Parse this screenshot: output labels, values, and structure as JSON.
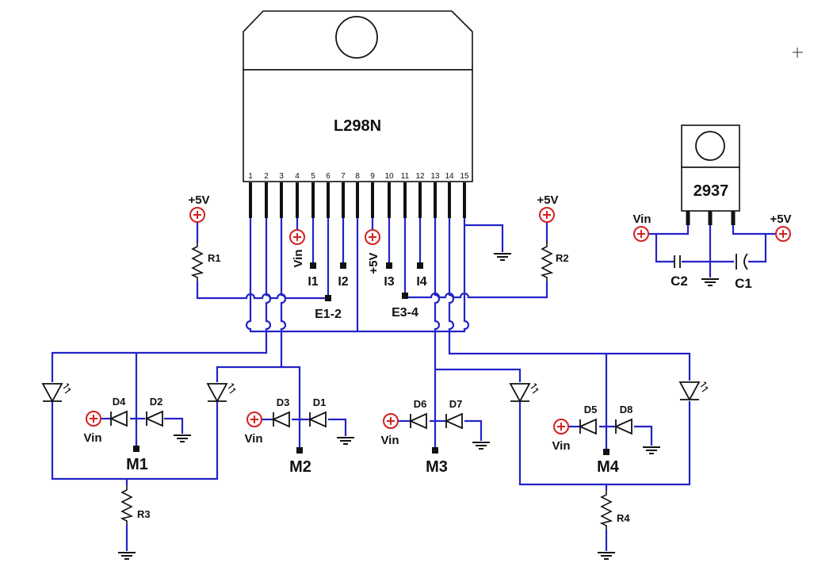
{
  "ic_main": {
    "name": "L298N",
    "pins": [
      "1",
      "2",
      "3",
      "4",
      "5",
      "6",
      "7",
      "8",
      "9",
      "10",
      "11",
      "12",
      "13",
      "14",
      "15"
    ]
  },
  "regulator": {
    "name": "2937"
  },
  "supplies": {
    "plus5v": "+5V",
    "vin": "Vin"
  },
  "inputs": {
    "i1": "I1",
    "i2": "I2",
    "i3": "I3",
    "i4": "I4",
    "e12": "E1-2",
    "e34": "E3-4"
  },
  "resistors": {
    "r1": "R1",
    "r2": "R2",
    "r3": "R3",
    "r4": "R4"
  },
  "capacitors": {
    "c1": "C1",
    "c2": "C2"
  },
  "diodes": {
    "d1": "D1",
    "d2": "D2",
    "d3": "D3",
    "d4": "D4",
    "d5": "D5",
    "d6": "D6",
    "d7": "D7",
    "d8": "D8"
  },
  "motors": {
    "m1": "M1",
    "m2": "M2",
    "m3": "M3",
    "m4": "M4"
  }
}
